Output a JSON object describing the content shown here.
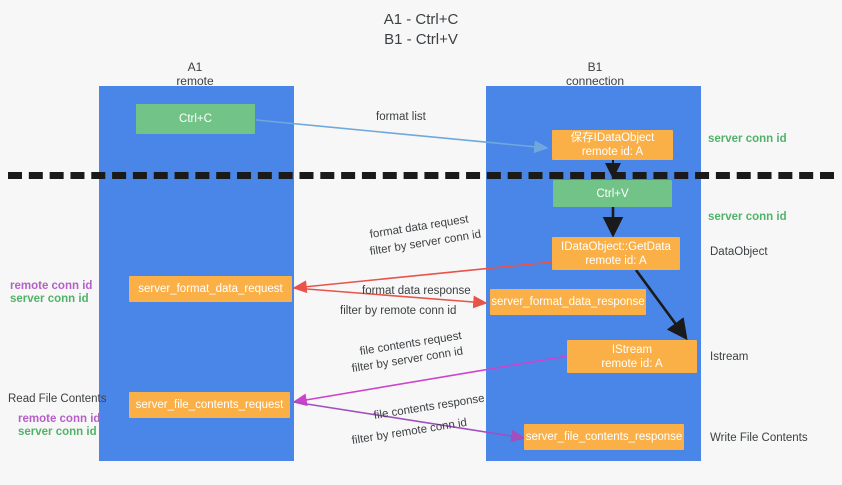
{
  "title": {
    "line1": "A1 - Ctrl+C",
    "line2": "B1 - Ctrl+V"
  },
  "lanes": [
    {
      "name": "A1",
      "sub": "remote"
    },
    {
      "name": "B1",
      "sub": "connection"
    }
  ],
  "boxes": {
    "ctrl_c": "Ctrl+C",
    "ctrl_v": "Ctrl+V",
    "save_idataobject_l1": "保存IDataObject",
    "save_idataobject_l2": "remote id: A",
    "getdata_l1": "IDataObject::GetData",
    "getdata_l2": "remote id: A",
    "istream_l1": "IStream",
    "istream_l2": "remote id: A",
    "server_format_data_request": "server_format_data_request",
    "server_format_data_response": "server_format_data_response",
    "server_file_contents_request": "server_file_contents_request",
    "server_file_contents_response": "server_file_contents_response"
  },
  "arrow_labels": {
    "format_list": "format list",
    "format_data_request": "format data request",
    "format_data_response": "format data response",
    "file_contents_request": "file contents request",
    "file_contents_response": "file contents response",
    "filter_by": "filter by ",
    "server_conn_id": "server conn id",
    "remote_conn_id": "remote conn id"
  },
  "right_labels": {
    "server_conn_id_top": "server conn id",
    "server_conn_id_mid": "server conn id",
    "dataobject": "DataObject",
    "istream": "Istream",
    "write_file_contents": "Write File Contents"
  },
  "left_labels": {
    "remote_conn_id_1": "remote conn id",
    "server_conn_id_1": "server conn id",
    "read_file_contents": "Read File Contents",
    "remote_conn_id_2": "remote conn id",
    "server_conn_id_2": "server conn id"
  },
  "colors": {
    "lane": "#4a86e8",
    "green_box": "#72c387",
    "orange_box": "#fbb047",
    "green_text": "#51b36a",
    "purple_text": "#b65fc8",
    "arrow_blue": "#6fa8dc",
    "arrow_red": "#e8534a",
    "arrow_magenta": "#cc44cc",
    "arrow_purple": "#a24fc0",
    "arrow_black": "#1a1a1a",
    "background": "#f7f7f7"
  }
}
